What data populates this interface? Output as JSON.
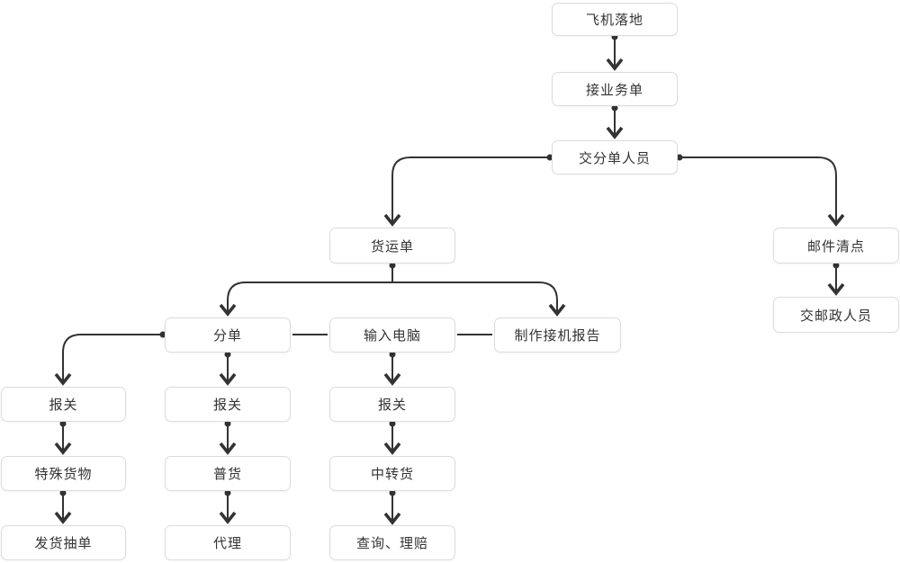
{
  "diagram": {
    "type": "flowchart",
    "colors": {
      "background": "#ffffff",
      "node_fill": "#ffffff",
      "node_border": "#dcdcdc",
      "node_text": "#333333",
      "edge_line": "#333333"
    },
    "nodes": {
      "plane_landing": {
        "label": "飞机落地"
      },
      "receive_order": {
        "label": "接业务单"
      },
      "hand_to_sorter": {
        "label": "交分单人员"
      },
      "waybill": {
        "label": "货运单"
      },
      "mail_count": {
        "label": "邮件清点"
      },
      "hand_to_postal": {
        "label": "交邮政人员"
      },
      "sort_sheet": {
        "label": "分单"
      },
      "input_computer": {
        "label": "输入电脑"
      },
      "pickup_report": {
        "label": "制作接机报告"
      },
      "customs_a": {
        "label": "报关"
      },
      "customs_b": {
        "label": "报关"
      },
      "customs_c": {
        "label": "报关"
      },
      "special_cargo": {
        "label": "特殊货物"
      },
      "general_cargo": {
        "label": "普货"
      },
      "transit_cargo": {
        "label": "中转货"
      },
      "shipping_sample": {
        "label": "发货抽单"
      },
      "agent": {
        "label": "代理"
      },
      "inquiry_claims": {
        "label": "查询、理赔"
      }
    },
    "edges": [
      {
        "from": "plane_landing",
        "to": "receive_order",
        "arrow": true
      },
      {
        "from": "receive_order",
        "to": "hand_to_sorter",
        "arrow": true
      },
      {
        "from": "hand_to_sorter",
        "to": "waybill",
        "arrow": true
      },
      {
        "from": "hand_to_sorter",
        "to": "mail_count",
        "arrow": true
      },
      {
        "from": "mail_count",
        "to": "hand_to_postal",
        "arrow": true
      },
      {
        "from": "waybill",
        "to": "sort_sheet",
        "arrow": true
      },
      {
        "from": "waybill",
        "to": "pickup_report",
        "arrow": true
      },
      {
        "from": "sort_sheet",
        "to": "customs_a",
        "arrow": true
      },
      {
        "from": "sort_sheet",
        "to": "customs_b",
        "arrow": true
      },
      {
        "from": "input_computer",
        "to": "customs_c",
        "arrow": true
      },
      {
        "from": "sort_sheet",
        "to": "input_computer",
        "arrow": false
      },
      {
        "from": "input_computer",
        "to": "pickup_report",
        "arrow": false
      },
      {
        "from": "customs_a",
        "to": "special_cargo",
        "arrow": true
      },
      {
        "from": "customs_b",
        "to": "general_cargo",
        "arrow": true
      },
      {
        "from": "customs_c",
        "to": "transit_cargo",
        "arrow": true
      },
      {
        "from": "special_cargo",
        "to": "shipping_sample",
        "arrow": true
      },
      {
        "from": "general_cargo",
        "to": "agent",
        "arrow": true
      },
      {
        "from": "transit_cargo",
        "to": "inquiry_claims",
        "arrow": true
      }
    ]
  }
}
